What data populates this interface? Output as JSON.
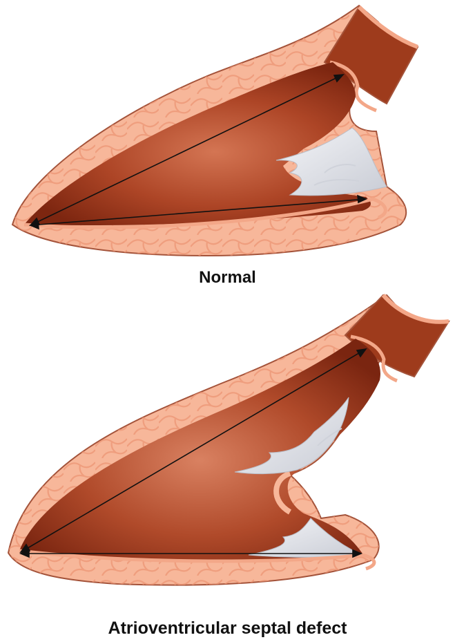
{
  "figure": {
    "panels": [
      {
        "id": "normal",
        "caption": "Normal"
      },
      {
        "id": "avsd",
        "caption": "Atrioventricular septal defect"
      }
    ]
  },
  "colors": {
    "myocardium": "#f7b79a",
    "myocardium_lines": "#e98a66",
    "cavity_dark": "#8c2d13",
    "cavity_mid": "#b0482a",
    "cavity_light": "#cf6d4e",
    "vessel_wall": "#c96a4a",
    "valve": "#e9ebef",
    "valve_shadow": "#c6cad3",
    "arrow": "#111111",
    "outline": "#a4533a"
  },
  "icons": {
    "arrows": "double-headed-arrow"
  }
}
